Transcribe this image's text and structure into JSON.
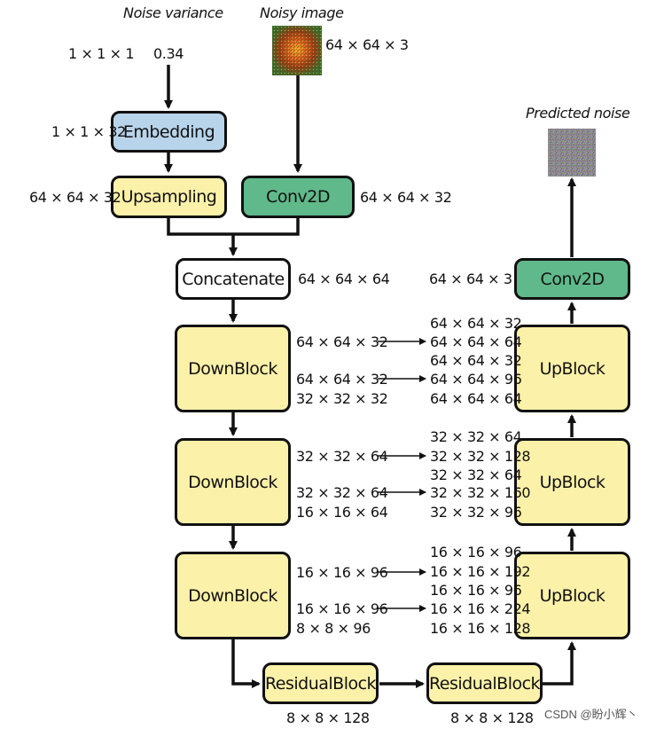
{
  "colors": {
    "blue": "#b8d4ea",
    "yellow": "#fcf1a9",
    "green": "#60b98a",
    "white": "#ffffff",
    "stroke": "#111111"
  },
  "headers": {
    "noise_variance": "Noise variance",
    "noisy_image": "Noisy image",
    "predicted_noise": "Predicted noise"
  },
  "nodes": {
    "embedding": "Embedding",
    "upsampling": "Upsampling",
    "conv2d_in": "Conv2D",
    "concatenate": "Concatenate",
    "conv2d_out": "Conv2D",
    "downblock_1": "DownBlock",
    "downblock_2": "DownBlock",
    "downblock_3": "DownBlock",
    "upblock_1": "UpBlock",
    "upblock_2": "UpBlock",
    "upblock_3": "UpBlock",
    "residual_1": "ResidualBlock",
    "residual_2": "ResidualBlock"
  },
  "shapes": {
    "input_1x1x1": "1 × 1 × 1",
    "noise_value": "0.34",
    "noisy_image_shape": "64 × 64 × 3",
    "embedding_shape": "1 × 1 × 32",
    "upsampling_shape": "64 × 64 × 32",
    "conv2d_in_shape": "64 × 64 × 32",
    "concat_shape": "64 × 64 × 64",
    "conv2d_out_shape": "64 × 64 × 3",
    "db1_skip1": "64 × 64 × 32",
    "db1_skip2": "64 × 64 × 32",
    "db1_out": "32 × 32 × 32",
    "db2_skip1": "32 × 32 × 64",
    "db2_skip2": "32 × 32 × 64",
    "db2_out": "16 × 16 × 64",
    "db3_skip1": "16 × 16 × 96",
    "db3_skip2": "16 × 16 × 96",
    "db3_out": "8 × 8 × 96",
    "ub1_l1": "64 × 64 × 32",
    "ub1_l2": "64 × 64 × 64",
    "ub1_l3": "64 × 64 × 32",
    "ub1_l4": "64 × 64 × 96",
    "ub1_l5": "64 × 64 × 64",
    "ub2_l1": "32 × 32 × 64",
    "ub2_l2": "32 × 32 × 128",
    "ub2_l3": "32 × 32 × 64",
    "ub2_l4": "32 × 32 × 160",
    "ub2_l5": "32 × 32 × 96",
    "ub3_l1": "16 × 16 × 96",
    "ub3_l2": "16 × 16 × 192",
    "ub3_l3": "16 × 16 × 96",
    "ub3_l4": "16 × 16 × 224",
    "ub3_l5": "16 × 16 × 128",
    "res1_shape": "8 × 8 × 128",
    "res2_shape": "8 × 8 × 128"
  },
  "watermark": "CSDN @盼小辉丶"
}
